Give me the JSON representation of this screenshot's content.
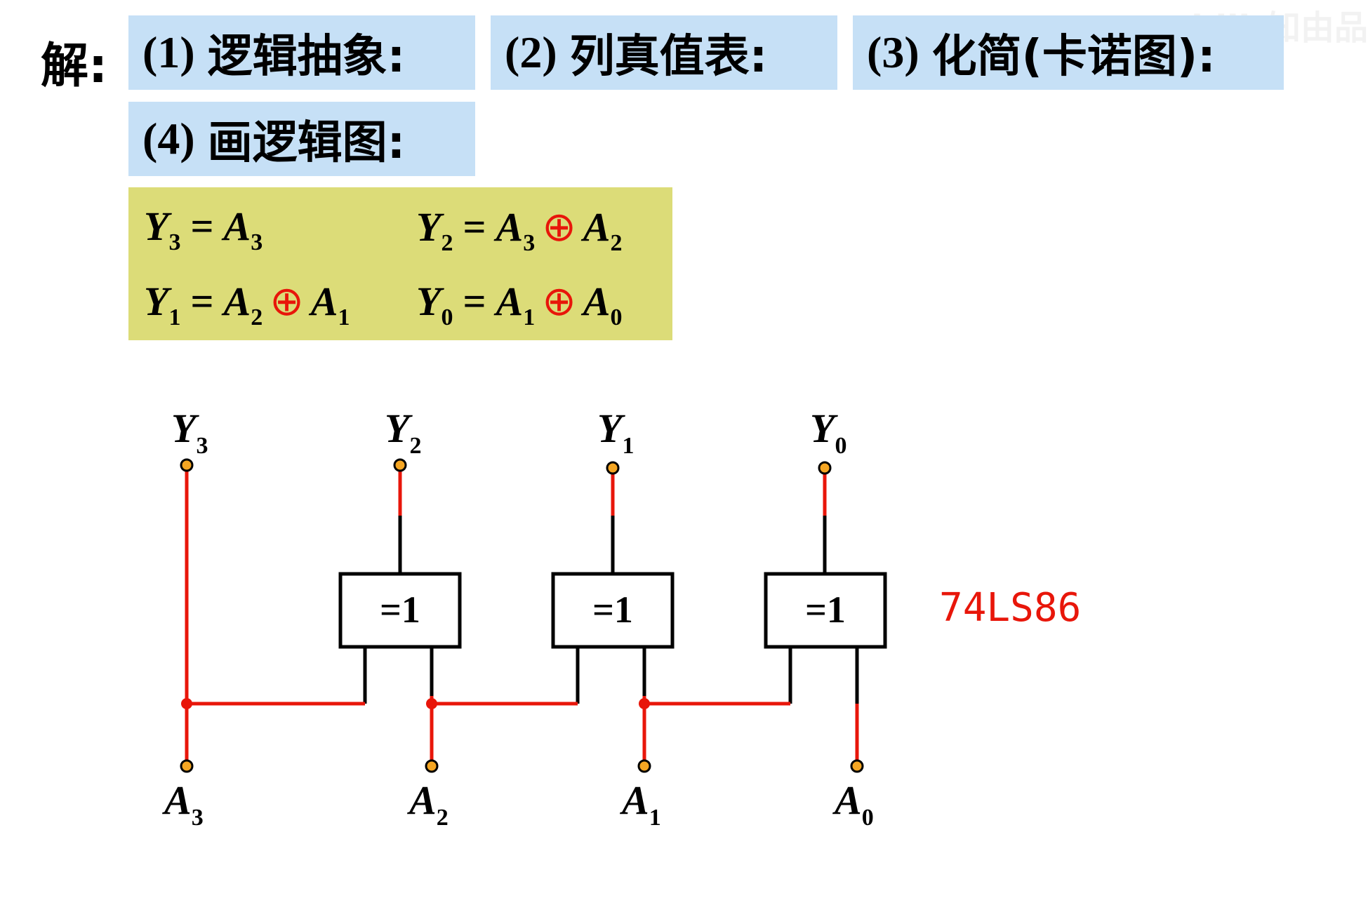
{
  "header": {
    "solve_label": "解:",
    "steps": [
      {
        "num": "(1)",
        "text": "逻辑抽象:"
      },
      {
        "num": "(2)",
        "text": "列真值表:"
      },
      {
        "num": "(3)",
        "text": "化简(卡诺图):"
      },
      {
        "num": "(4)",
        "text": "画逻辑图:"
      }
    ]
  },
  "formulas": [
    {
      "out": "Y",
      "out_sub": "3",
      "terms": [
        {
          "v": "A",
          "s": "3"
        }
      ]
    },
    {
      "out": "Y",
      "out_sub": "2",
      "terms": [
        {
          "v": "A",
          "s": "3"
        },
        {
          "v": "A",
          "s": "2"
        }
      ]
    },
    {
      "out": "Y",
      "out_sub": "1",
      "terms": [
        {
          "v": "A",
          "s": "2"
        },
        {
          "v": "A",
          "s": "1"
        }
      ]
    },
    {
      "out": "Y",
      "out_sub": "0",
      "terms": [
        {
          "v": "A",
          "s": "1"
        },
        {
          "v": "A",
          "s": "0"
        }
      ]
    }
  ],
  "symbols": {
    "eq": "=",
    "xor": "⊕"
  },
  "circuit": {
    "outputs": [
      {
        "v": "Y",
        "s": "3"
      },
      {
        "v": "Y",
        "s": "2"
      },
      {
        "v": "Y",
        "s": "1"
      },
      {
        "v": "Y",
        "s": "0"
      }
    ],
    "inputs": [
      {
        "v": "A",
        "s": "3"
      },
      {
        "v": "A",
        "s": "2"
      },
      {
        "v": "A",
        "s": "1"
      },
      {
        "v": "A",
        "s": "0"
      }
    ],
    "gates": [
      {
        "label": "=1"
      },
      {
        "label": "=1"
      },
      {
        "label": "=1"
      }
    ],
    "annotation": "74LS86"
  },
  "colors": {
    "step_bg": "#c6e0f6",
    "formula_bg": "#dcdc78",
    "wire_red": "#e8160a",
    "wire_black": "#000000",
    "terminal": "#f5a623",
    "xor_symbol": "#e8160a"
  },
  "watermark": "bili_知由品"
}
